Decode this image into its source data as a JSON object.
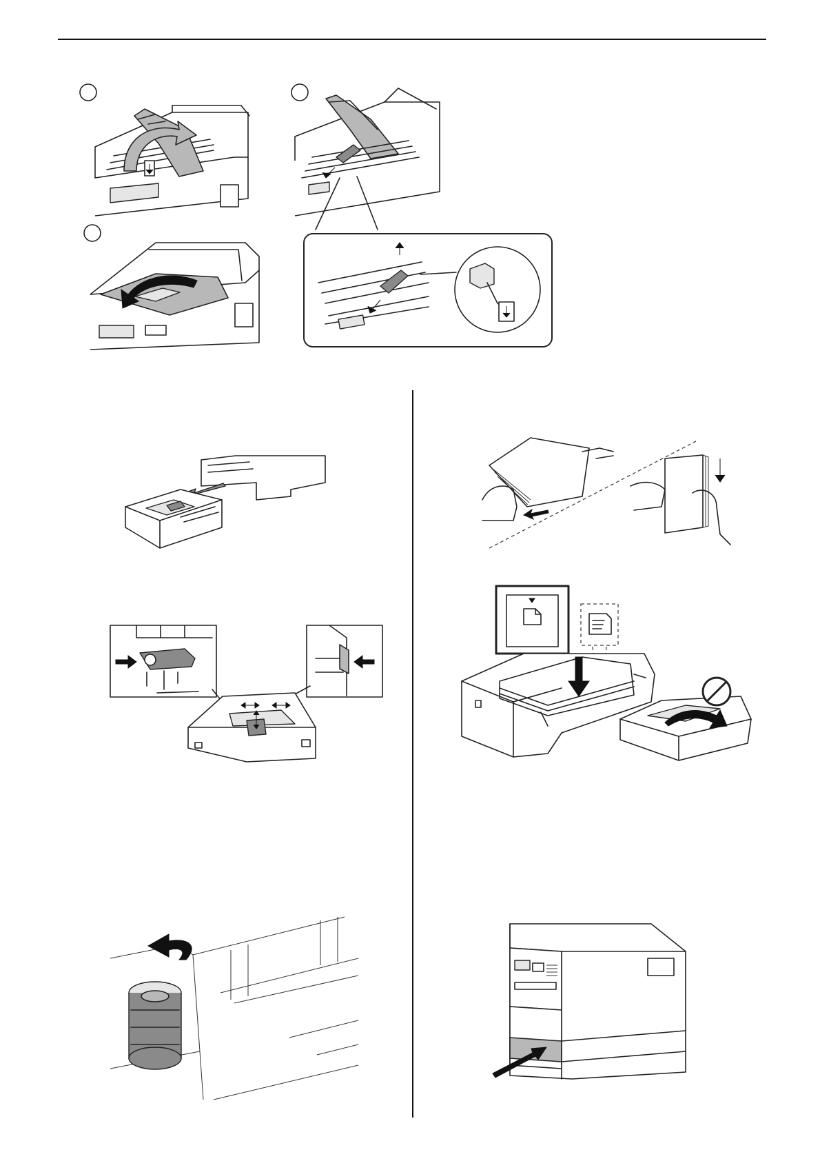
{
  "page": {
    "rule_color": "#111111",
    "accent_gray": "#b8b8b8"
  },
  "figures": {
    "open_top_cover": {
      "icon": "printer-top-cover-open-illustration"
    },
    "release_lever": {
      "icon": "printer-cover-lever-pull-illustration"
    },
    "lever_detail": {
      "icon": "lever-detail-magnified-illustration"
    },
    "close_cover": {
      "icon": "printer-output-tray-close-illustration"
    },
    "pull_cassette": {
      "icon": "cassette-pull-out-illustration"
    },
    "adjust_guides": {
      "icon": "paper-guide-adjust-illustration"
    },
    "size_dial": {
      "icon": "paper-size-dial-illustration"
    },
    "fan_paper": {
      "icon": "fan-and-tap-paper-illustration"
    },
    "load_paper": {
      "icon": "load-paper-into-cassette-illustration"
    },
    "insert_cassette": {
      "icon": "push-cassette-into-printer-illustration"
    }
  }
}
